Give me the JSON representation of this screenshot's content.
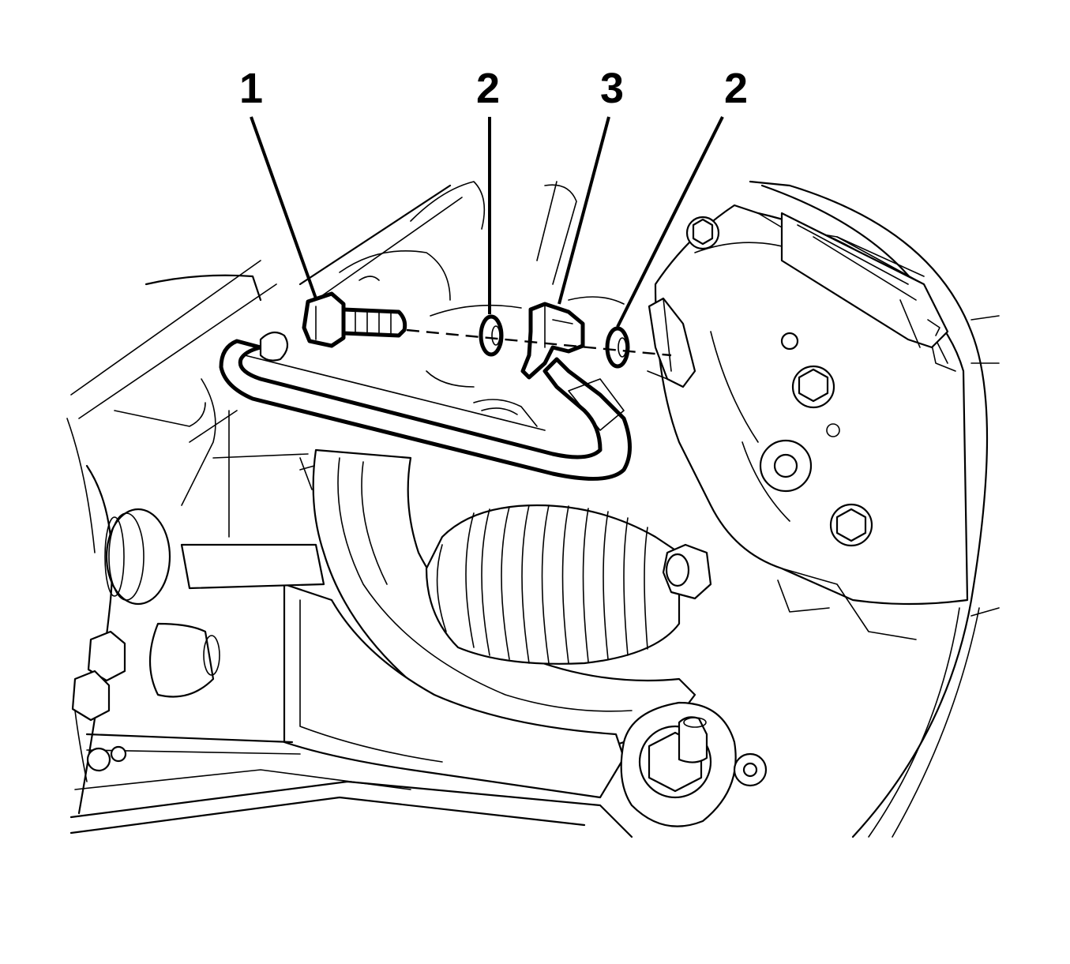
{
  "diagram": {
    "callouts": [
      {
        "id": "callout-1",
        "label": "1",
        "part": "bolt"
      },
      {
        "id": "callout-2a",
        "label": "2",
        "part": "washer"
      },
      {
        "id": "callout-3",
        "label": "3",
        "part": "hose-fitting"
      },
      {
        "id": "callout-2b",
        "label": "2",
        "part": "washer"
      }
    ],
    "colors": {
      "line": "#000000",
      "background": "#ffffff"
    }
  }
}
